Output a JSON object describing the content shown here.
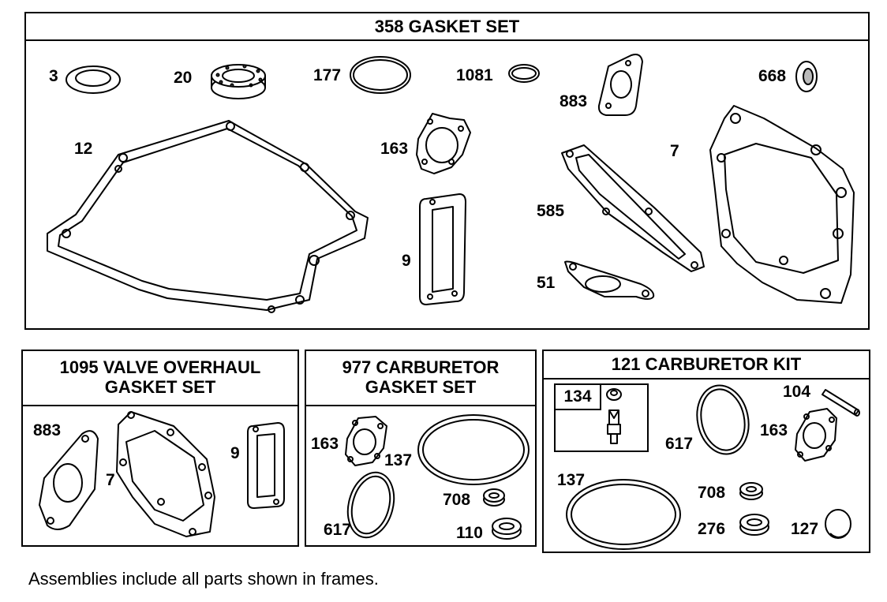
{
  "frames": {
    "gasket_set": {
      "title": "358 GASKET SET",
      "labels": {
        "p3": "3",
        "p20": "20",
        "p177": "177",
        "p1081": "1081",
        "p883": "883",
        "p668": "668",
        "p12": "12",
        "p163": "163",
        "p7": "7",
        "p585": "585",
        "p9": "9",
        "p51": "51"
      }
    },
    "valve_overhaul": {
      "title_line1": "1095 VALVE OVERHAUL",
      "title_line2": "GASKET SET",
      "labels": {
        "p883": "883",
        "p7": "7",
        "p9": "9"
      }
    },
    "carb_gasket": {
      "title_line1": "977 CARBURETOR",
      "title_line2": "GASKET SET",
      "labels": {
        "p163": "163",
        "p137": "137",
        "p617": "617",
        "p708": "708",
        "p110": "110"
      }
    },
    "carb_kit": {
      "title": "121 CARBURETOR KIT",
      "labels": {
        "p134": "134",
        "p104": "104",
        "p617": "617",
        "p163": "163",
        "p137": "137",
        "p708": "708",
        "p276": "276",
        "p127": "127"
      }
    }
  },
  "footnote": "Assemblies include all parts shown in frames."
}
